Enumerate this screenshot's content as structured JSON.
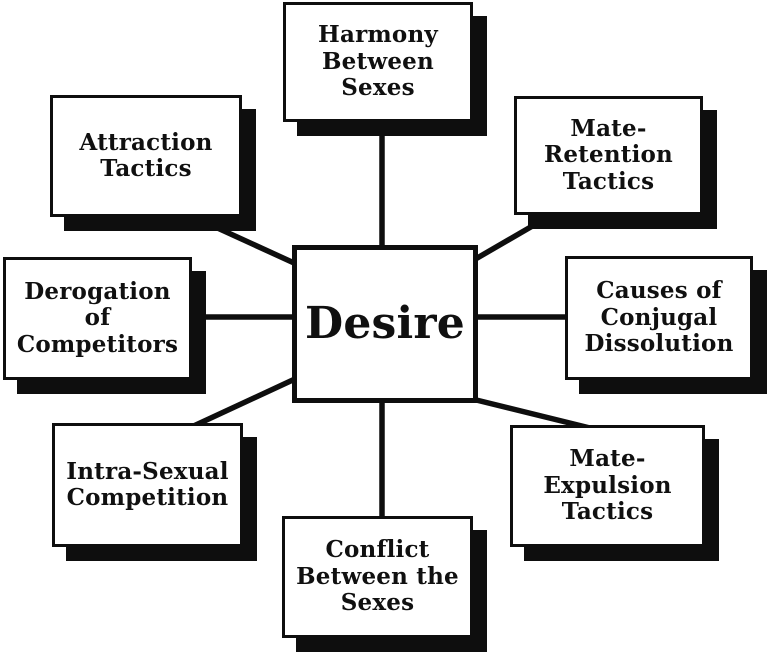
{
  "diagram": {
    "center": {
      "id": "desire",
      "label": "Desire"
    },
    "nodes": [
      {
        "id": "harmony-between-sexes",
        "label": "Harmony\nBetween\nSexes",
        "position": "top"
      },
      {
        "id": "attraction-tactics",
        "label": "Attraction\nTactics",
        "position": "top-left"
      },
      {
        "id": "mate-retention-tactics",
        "label": "Mate-\nRetention\nTactics",
        "position": "top-right"
      },
      {
        "id": "derogation-of-competitors",
        "label": "Derogation\nof\nCompetitors",
        "position": "left"
      },
      {
        "id": "causes-of-conjugal-dissolution",
        "label": "Causes of\nConjugal\nDissolution",
        "position": "right"
      },
      {
        "id": "intra-sexual-competition",
        "label": "Intra-Sexual\nCompetition",
        "position": "bottom-left"
      },
      {
        "id": "mate-expulsion-tactics",
        "label": "Mate-\nExpulsion\nTactics",
        "position": "bottom-right"
      },
      {
        "id": "conflict-between-the-sexes",
        "label": "Conflict\nBetween the\nSexes",
        "position": "bottom"
      }
    ],
    "colors": {
      "ink": "#0e0e0e",
      "paper": "#ffffff"
    }
  }
}
